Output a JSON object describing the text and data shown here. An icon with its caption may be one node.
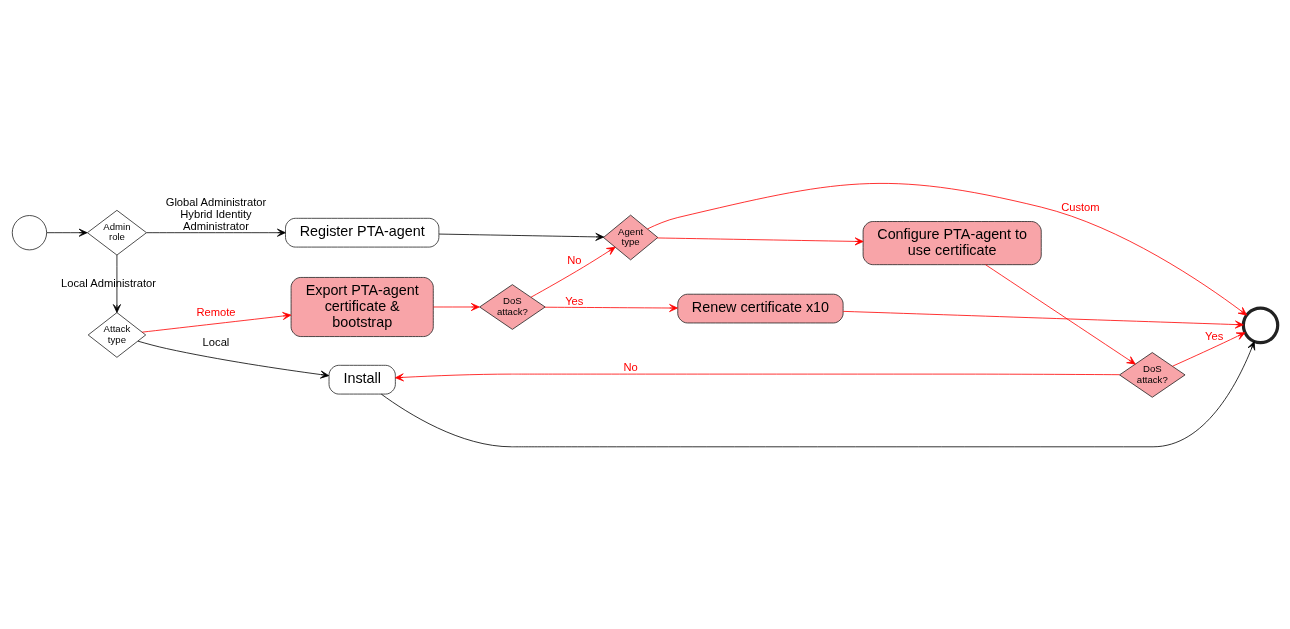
{
  "diagram": {
    "nodes": [
      {
        "text": [],
        "shape": "circle"
      },
      {
        "text": [
          "Admin role"
        ]
      },
      {
        "text": [
          "Register PTA-agent"
        ]
      },
      {
        "text": [
          "Export PTA-agent certificate & bootstrap"
        ]
      },
      {
        "text": [
          "DoS attack?"
        ]
      },
      {
        "text": [
          "Agent type"
        ]
      },
      {
        "text": [
          "Configure PTA-agent to use certificate"
        ]
      },
      {
        "text": [
          "Renew certificate x10"
        ]
      },
      {
        "text": [
          "Attack type"
        ]
      },
      {
        "text": [
          "DoS attack?"
        ]
      },
      {
        "text": [
          "Install"
        ]
      },
      {
        "text": [],
        "shape": "circle"
      }
    ],
    "edges": [
      {
        "from": 0,
        "to": 1,
        "arrow": "to",
        "color": "#000000"
      },
      {
        "from": 1,
        "to": 2,
        "arrow": "to",
        "label": "Global Administrator Hybrid Identity Administrator",
        "color": "#000000"
      },
      {
        "from": 1,
        "to": 8,
        "arrow": "to",
        "label": "Local Administrator",
        "color": "#000000"
      },
      {
        "from": 2,
        "to": 5,
        "arrow": "to",
        "color": "#000000"
      },
      {
        "from": 8,
        "to": 3,
        "arrow": "to",
        "label": "Remote"
      },
      {
        "from": 8,
        "to": 10,
        "arrow": "to",
        "label": "Local",
        "color": "#000000"
      },
      {
        "from": 3,
        "to": 4,
        "arrow": "to"
      },
      {
        "from": 4,
        "to": 5,
        "arrow": "to",
        "label": "No"
      },
      {
        "from": 4,
        "to": 7,
        "arrow": "to",
        "label": "Yes"
      },
      {
        "from": 5,
        "to": 11,
        "arrow": "to",
        "label": "Custom"
      },
      {
        "from": 5,
        "to": 6,
        "arrow": "to"
      },
      {
        "from": 6,
        "to": 9,
        "arrow": "to"
      },
      {
        "from": 7,
        "to": 11,
        "arrow": "to"
      },
      {
        "from": 9,
        "to": 10,
        "arrow": "to",
        "label": "No"
      },
      {
        "from": 9,
        "to": 11,
        "arrow": "to",
        "label": "Yes"
      },
      {
        "from": 10,
        "to": 11,
        "arrow": "to",
        "color": "#000000"
      }
    ]
  }
}
